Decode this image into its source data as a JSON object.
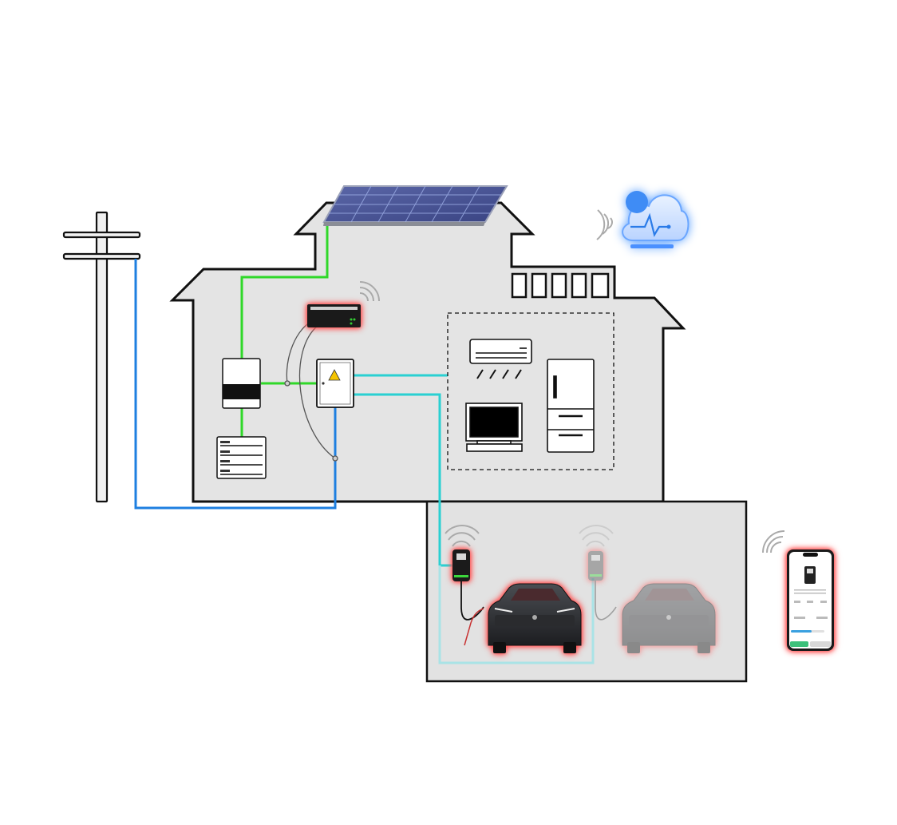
{
  "diagram": {
    "description_visible_text": "",
    "colors": {
      "solar_line": "#2fd829",
      "grid_line": "#1e7fe0",
      "load_line": "#2ad0d2",
      "ev_line_faded": "#a9e3e6",
      "house_fill": "#e4e4e4",
      "garage_fill": "#e2e2e2",
      "outline": "#111111",
      "highlight_glow": "#ff4040",
      "cloud_glow": "#4a90ff"
    },
    "nodes": [
      {
        "id": "utility-pole",
        "icon": "utility-pole-icon"
      },
      {
        "id": "solar-panel",
        "icon": "solar-panel-icon"
      },
      {
        "id": "hybrid-inverter",
        "icon": "inverter-icon"
      },
      {
        "id": "battery",
        "icon": "battery-icon"
      },
      {
        "id": "energy-gateway",
        "icon": "gateway-icon",
        "wireless": true
      },
      {
        "id": "distribution-box",
        "icon": "electrical-panel-icon"
      },
      {
        "id": "household-loads",
        "icon": "appliance-group-icon"
      },
      {
        "id": "air-conditioner",
        "icon": "air-conditioner-icon"
      },
      {
        "id": "computer",
        "icon": "monitor-icon"
      },
      {
        "id": "refrigerator",
        "icon": "refrigerator-icon"
      },
      {
        "id": "ev-charger-1",
        "icon": "ev-charger-icon",
        "wireless": true
      },
      {
        "id": "ev-charger-2",
        "icon": "ev-charger-icon",
        "wireless": true,
        "state": "faded"
      },
      {
        "id": "electric-car-1",
        "icon": "car-icon"
      },
      {
        "id": "electric-car-2",
        "icon": "car-icon",
        "state": "faded"
      },
      {
        "id": "cloud-platform",
        "icon": "cloud-monitoring-icon",
        "wireless": true
      },
      {
        "id": "mobile-app",
        "icon": "smartphone-icon",
        "wireless": true
      }
    ]
  }
}
